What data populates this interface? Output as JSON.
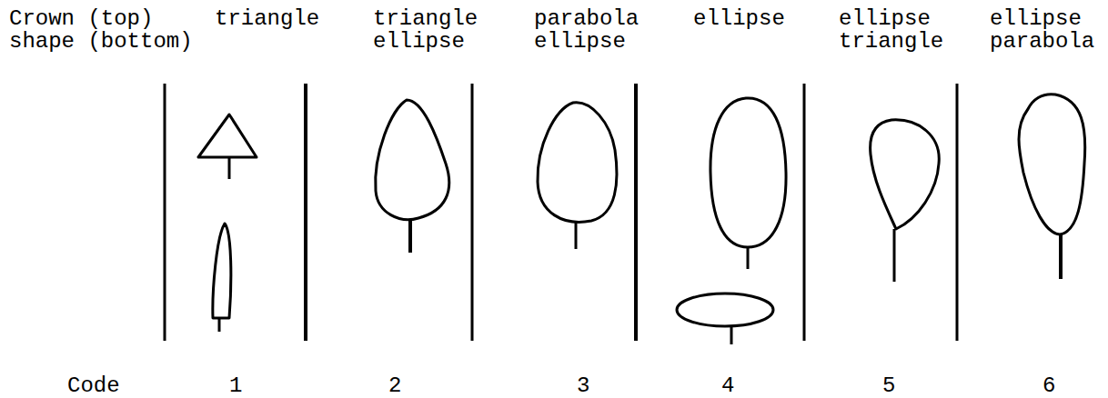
{
  "diagram": {
    "labels": [
      "Crown (top)",
      "shape (bottom)",
      "triangle",
      "triangle",
      "ellipse",
      "parabola",
      "ellipse",
      "ellipse",
      "ellipse",
      "triangle",
      "ellipse",
      "parabola",
      "Code",
      "1",
      "2",
      "3",
      "4",
      "5",
      "6"
    ]
  }
}
